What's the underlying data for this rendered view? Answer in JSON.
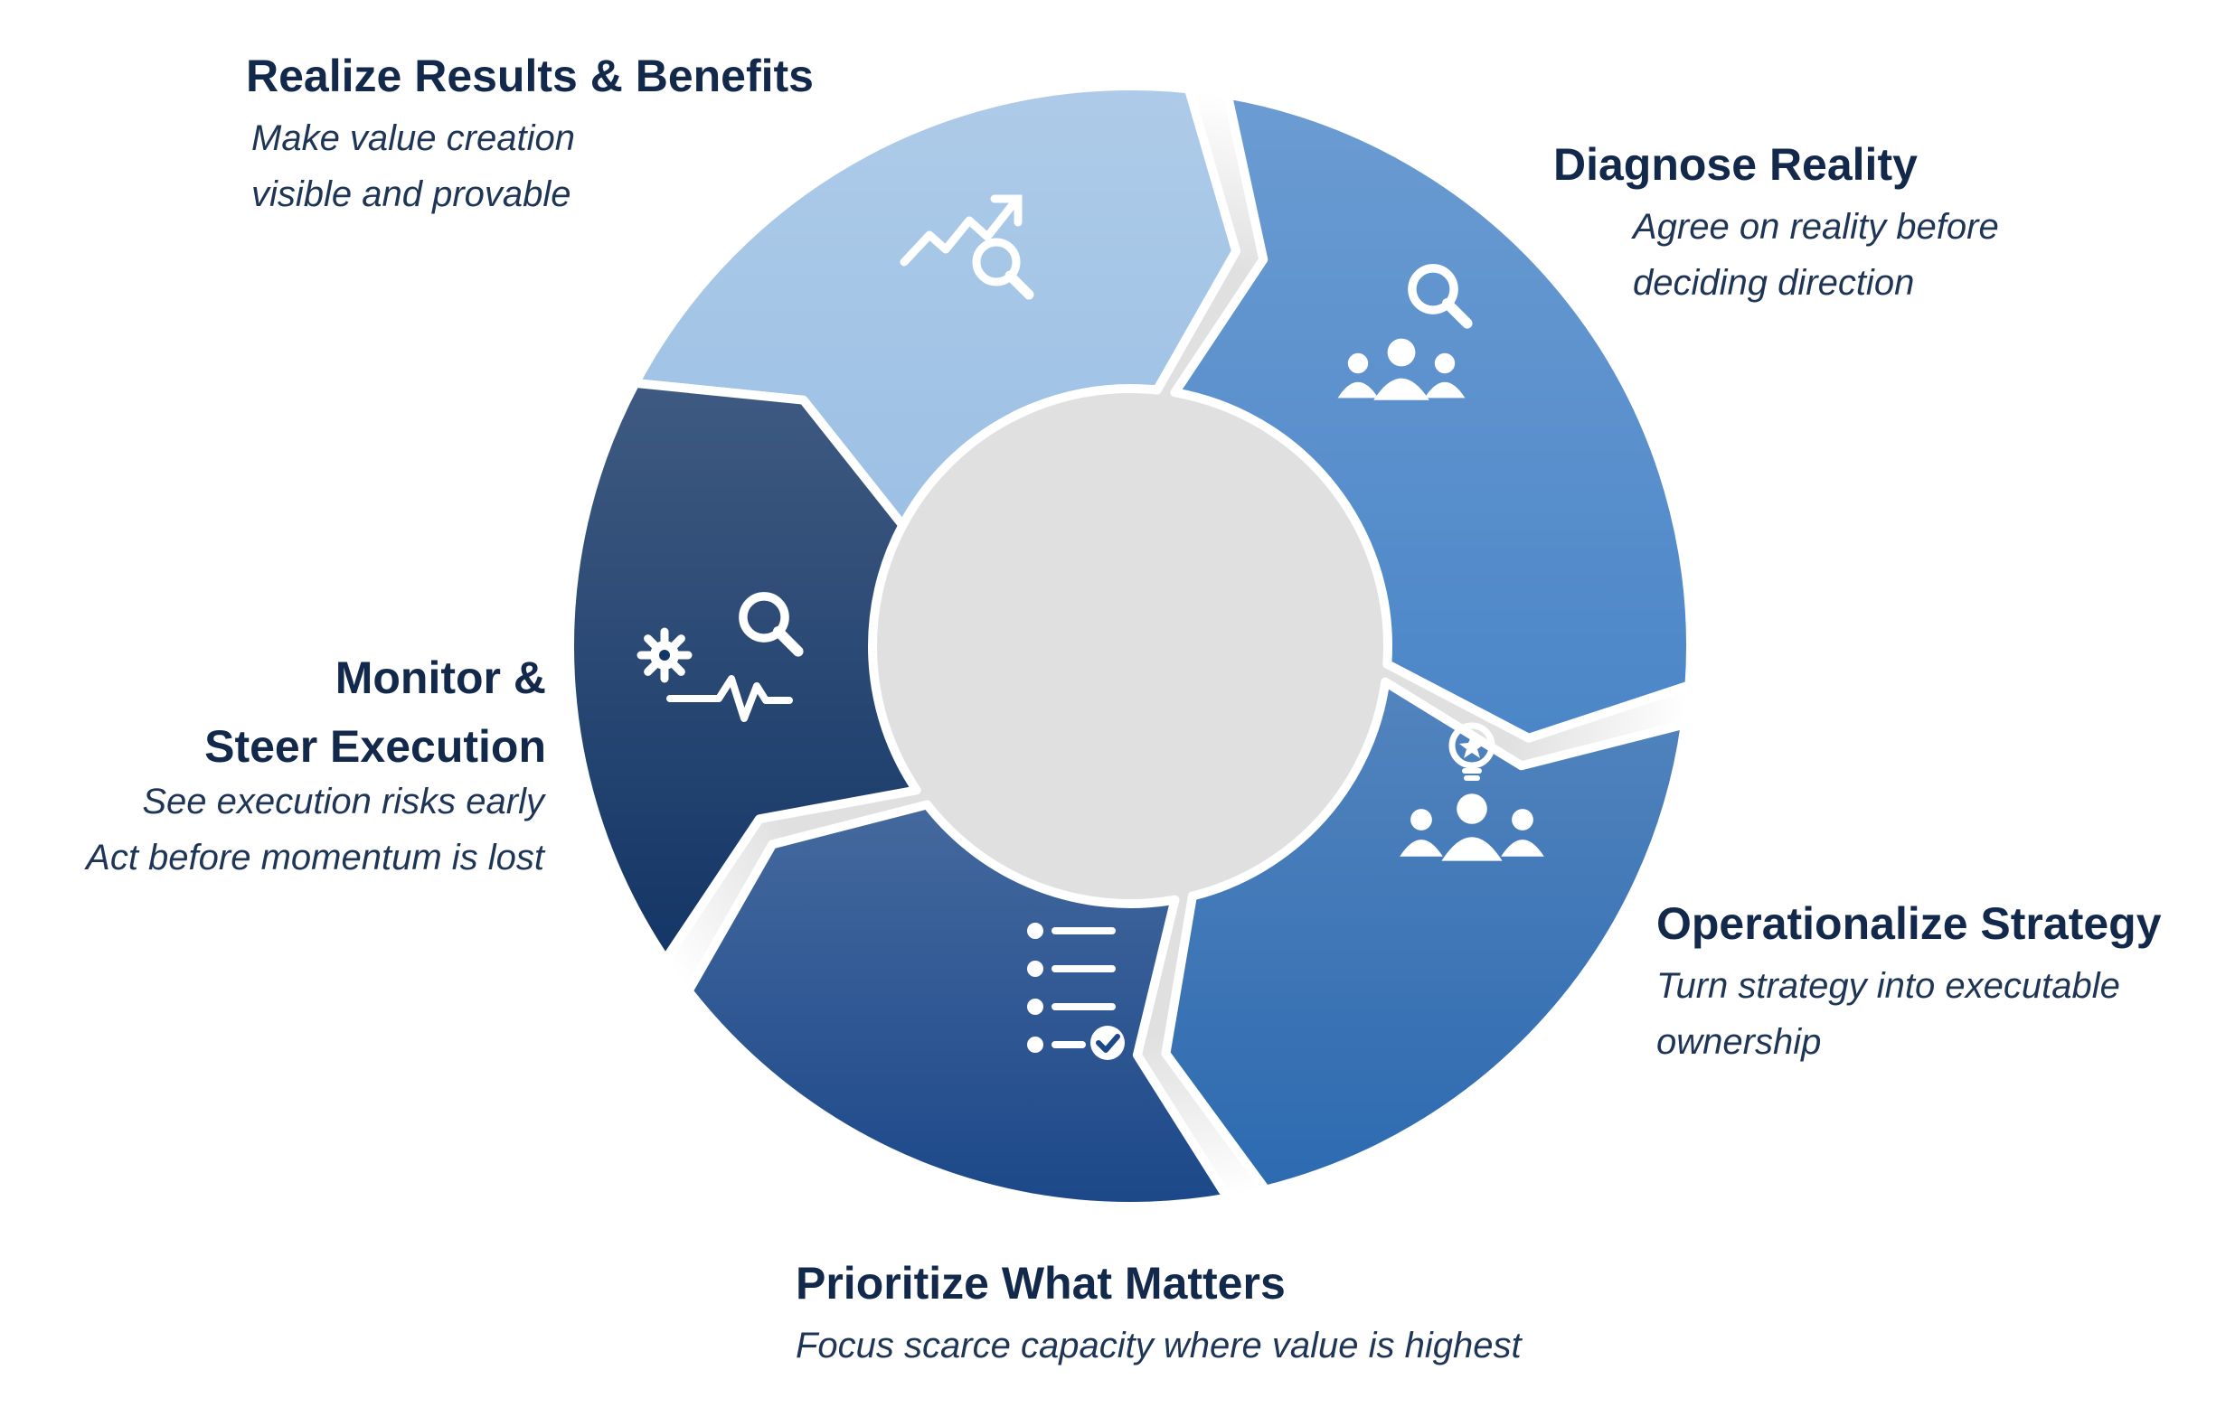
{
  "diagram": {
    "type": "cycle",
    "colors": {
      "realize": "#9cc0e4",
      "diagnose": "#4b86c8",
      "operationalize": "#2d6ab0",
      "prioritize": "#1c4889",
      "monitor": "#143666",
      "text": "#13294b",
      "icon": "#ffffff"
    },
    "stages": [
      {
        "id": "realize",
        "title": "Realize Results & Benefits",
        "desc_lines": [
          "Make value creation",
          "visible and provable"
        ],
        "icon": "trend-search-icon"
      },
      {
        "id": "diagnose",
        "title": "Diagnose Reality",
        "desc_lines": [
          "Agree on reality before",
          "deciding direction"
        ],
        "icon": "team-search-icon"
      },
      {
        "id": "operationalize",
        "title": "Operationalize Strategy",
        "desc_lines": [
          "Turn strategy into executable",
          "ownership"
        ],
        "icon": "team-idea-icon"
      },
      {
        "id": "prioritize",
        "title": "Prioritize What Matters",
        "desc_lines": [
          "Focus scarce capacity where value is highest"
        ],
        "icon": "checklist-icon"
      },
      {
        "id": "monitor",
        "title_lines": [
          "Monitor &",
          "Steer Execution"
        ],
        "desc_lines": [
          "See execution risks early",
          "Act before momentum is lost"
        ],
        "icon": "gear-pulse-search-icon"
      }
    ]
  }
}
